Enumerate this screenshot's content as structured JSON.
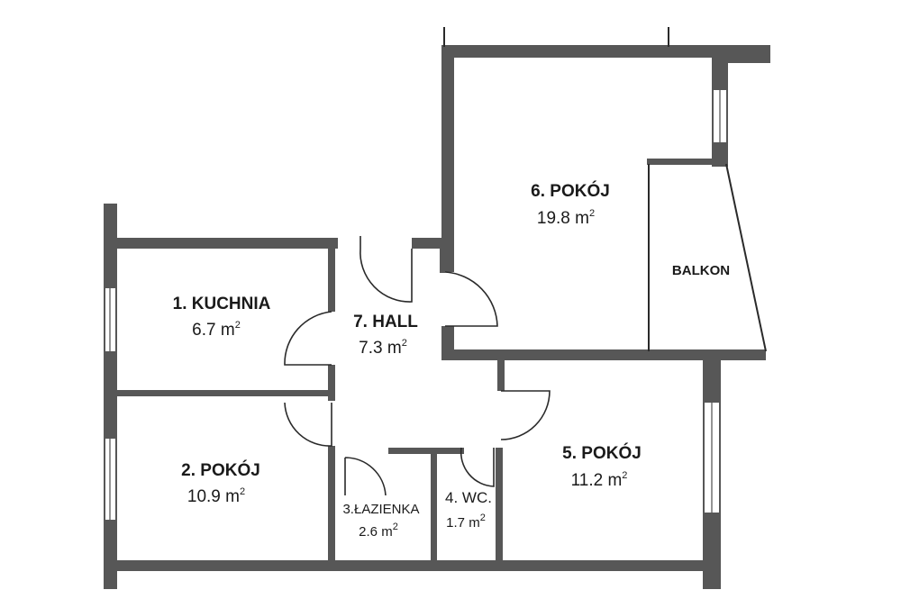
{
  "plan": {
    "rooms": [
      {
        "id": "kuchnia",
        "name": "1. KUCHNIA",
        "area": "6.7 m",
        "unit_sup": "2"
      },
      {
        "id": "pokoj2",
        "name": "2. POKÓJ",
        "area": "10.9 m",
        "unit_sup": "2"
      },
      {
        "id": "lazienka",
        "name": "3.ŁAZIENKA",
        "area": "2.6 m",
        "unit_sup": "2"
      },
      {
        "id": "wc",
        "name": "4. WC.",
        "area": "1.7 m",
        "unit_sup": "2"
      },
      {
        "id": "pokoj5",
        "name": "5. POKÓJ",
        "area": "11.2 m",
        "unit_sup": "2"
      },
      {
        "id": "pokoj6",
        "name": "6. POKÓJ",
        "area": "19.8 m",
        "unit_sup": "2"
      },
      {
        "id": "hall",
        "name": "7. HALL",
        "area": "7.3 m",
        "unit_sup": "2"
      }
    ],
    "balcony": {
      "name": "BALKON"
    }
  },
  "colors": {
    "wall": "#575757",
    "line": "#2a2a2a",
    "background": "#ffffff"
  }
}
